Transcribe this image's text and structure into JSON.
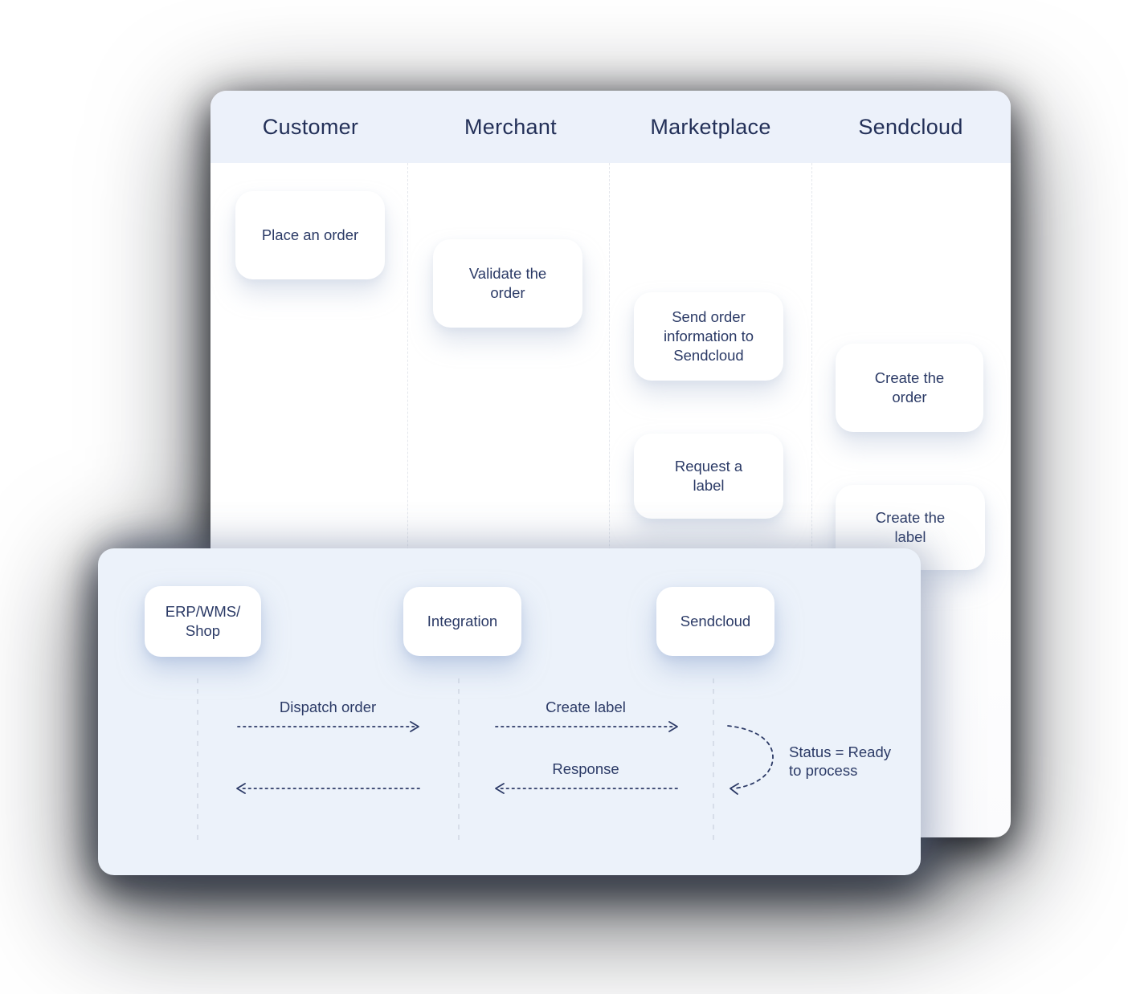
{
  "swimlane": {
    "columns": [
      {
        "label": "Customer"
      },
      {
        "label": "Merchant"
      },
      {
        "label": "Marketplace"
      },
      {
        "label": "Sendcloud"
      }
    ],
    "cards": [
      {
        "name": "place-order",
        "column": "Customer",
        "lines": [
          "Place an order"
        ]
      },
      {
        "name": "validate-order",
        "column": "Merchant",
        "lines": [
          "Validate the",
          "order"
        ]
      },
      {
        "name": "send-order-info",
        "column": "Marketplace",
        "lines": [
          "Send order",
          "information to",
          "Sendcloud"
        ]
      },
      {
        "name": "create-order",
        "column": "Sendcloud",
        "lines": [
          "Create the",
          "order"
        ]
      },
      {
        "name": "request-label",
        "column": "Marketplace",
        "lines": [
          "Request a",
          "label"
        ]
      },
      {
        "name": "create-label",
        "column": "Sendcloud",
        "lines": [
          "Create the",
          "label"
        ]
      }
    ]
  },
  "sequence": {
    "actors": [
      {
        "name": "erp-wms-shop",
        "lines": [
          "ERP/WMS/",
          "Shop"
        ]
      },
      {
        "name": "integration",
        "lines": [
          "Integration"
        ]
      },
      {
        "name": "sendcloud",
        "lines": [
          "Sendcloud"
        ]
      }
    ],
    "messages": [
      {
        "name": "dispatch-order",
        "label": "Dispatch order",
        "from": "ERP/WMS/Shop",
        "to": "Integration",
        "direction": "right"
      },
      {
        "name": "create-label",
        "label": "Create label",
        "from": "Integration",
        "to": "Sendcloud",
        "direction": "right"
      },
      {
        "name": "response",
        "label": "Response",
        "from": "Sendcloud",
        "to": "Integration",
        "direction": "left"
      },
      {
        "name": "return",
        "label": "",
        "from": "Integration",
        "to": "ERP/WMS/Shop",
        "direction": "left"
      },
      {
        "name": "status-loop",
        "lines": [
          "Status = Ready",
          "to process"
        ],
        "label": "Status = Ready to process",
        "from": "Sendcloud",
        "to": "Sendcloud",
        "direction": "self"
      }
    ]
  },
  "colors": {
    "navy_text": "#2B3A66",
    "header_text": "#233058",
    "panel_blue": "#ECF1FA",
    "arrow": "#2C3A66",
    "lifeline": "#D2D9E5",
    "column_divider": "#E4E7ED",
    "card_bg": "#FFFFFF"
  }
}
